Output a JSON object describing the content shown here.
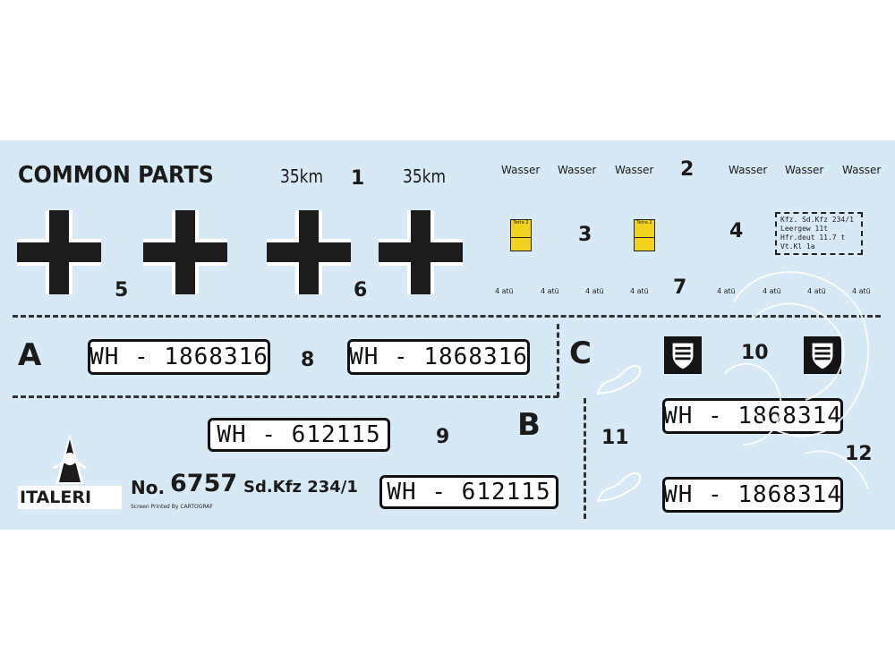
{
  "sheet": {
    "title": "COMMON PARTS",
    "km_labels": [
      "35km",
      "35km"
    ],
    "wasser_labels": [
      "Wasser",
      "Wasser",
      "Wasser",
      "Wasser",
      "Wasser",
      "Wasser"
    ],
    "tire_label": "4 atü",
    "numbers": {
      "n1": "1",
      "n2": "2",
      "n3": "3",
      "n4": "4",
      "n5": "5",
      "n6": "6",
      "n7": "7",
      "n8": "8",
      "n9": "9",
      "n10": "10",
      "n11": "11",
      "n12": "12"
    },
    "section_letters": {
      "a": "A",
      "b": "B",
      "c": "C"
    },
    "plates": {
      "a1": "WH - 1868316",
      "a2": "WH - 1868316",
      "b1": "WH - 612115",
      "b2": "WH - 612115",
      "c1": "WH - 1868314",
      "c2": "WH - 1868314"
    },
    "data_box": {
      "line1": "Kfz. Sd.Kfz 234/1",
      "line2": "Leergew 11t",
      "line3": "Hfr.deut 11.7 t",
      "line4": "Vt.Kl 1a"
    },
    "yellow_tag": "Tetra 2"
  },
  "footer": {
    "brand": "ITALERI",
    "no_label": "No.",
    "kit_number": "6757",
    "model": "Sd.Kfz 234/1",
    "printed_by": "Screen Printed By CARTOGRAF"
  },
  "colors": {
    "sheet_bg": "#d6e9f4",
    "ink": "#1b1b1b",
    "yellow": "#f3d21d"
  }
}
